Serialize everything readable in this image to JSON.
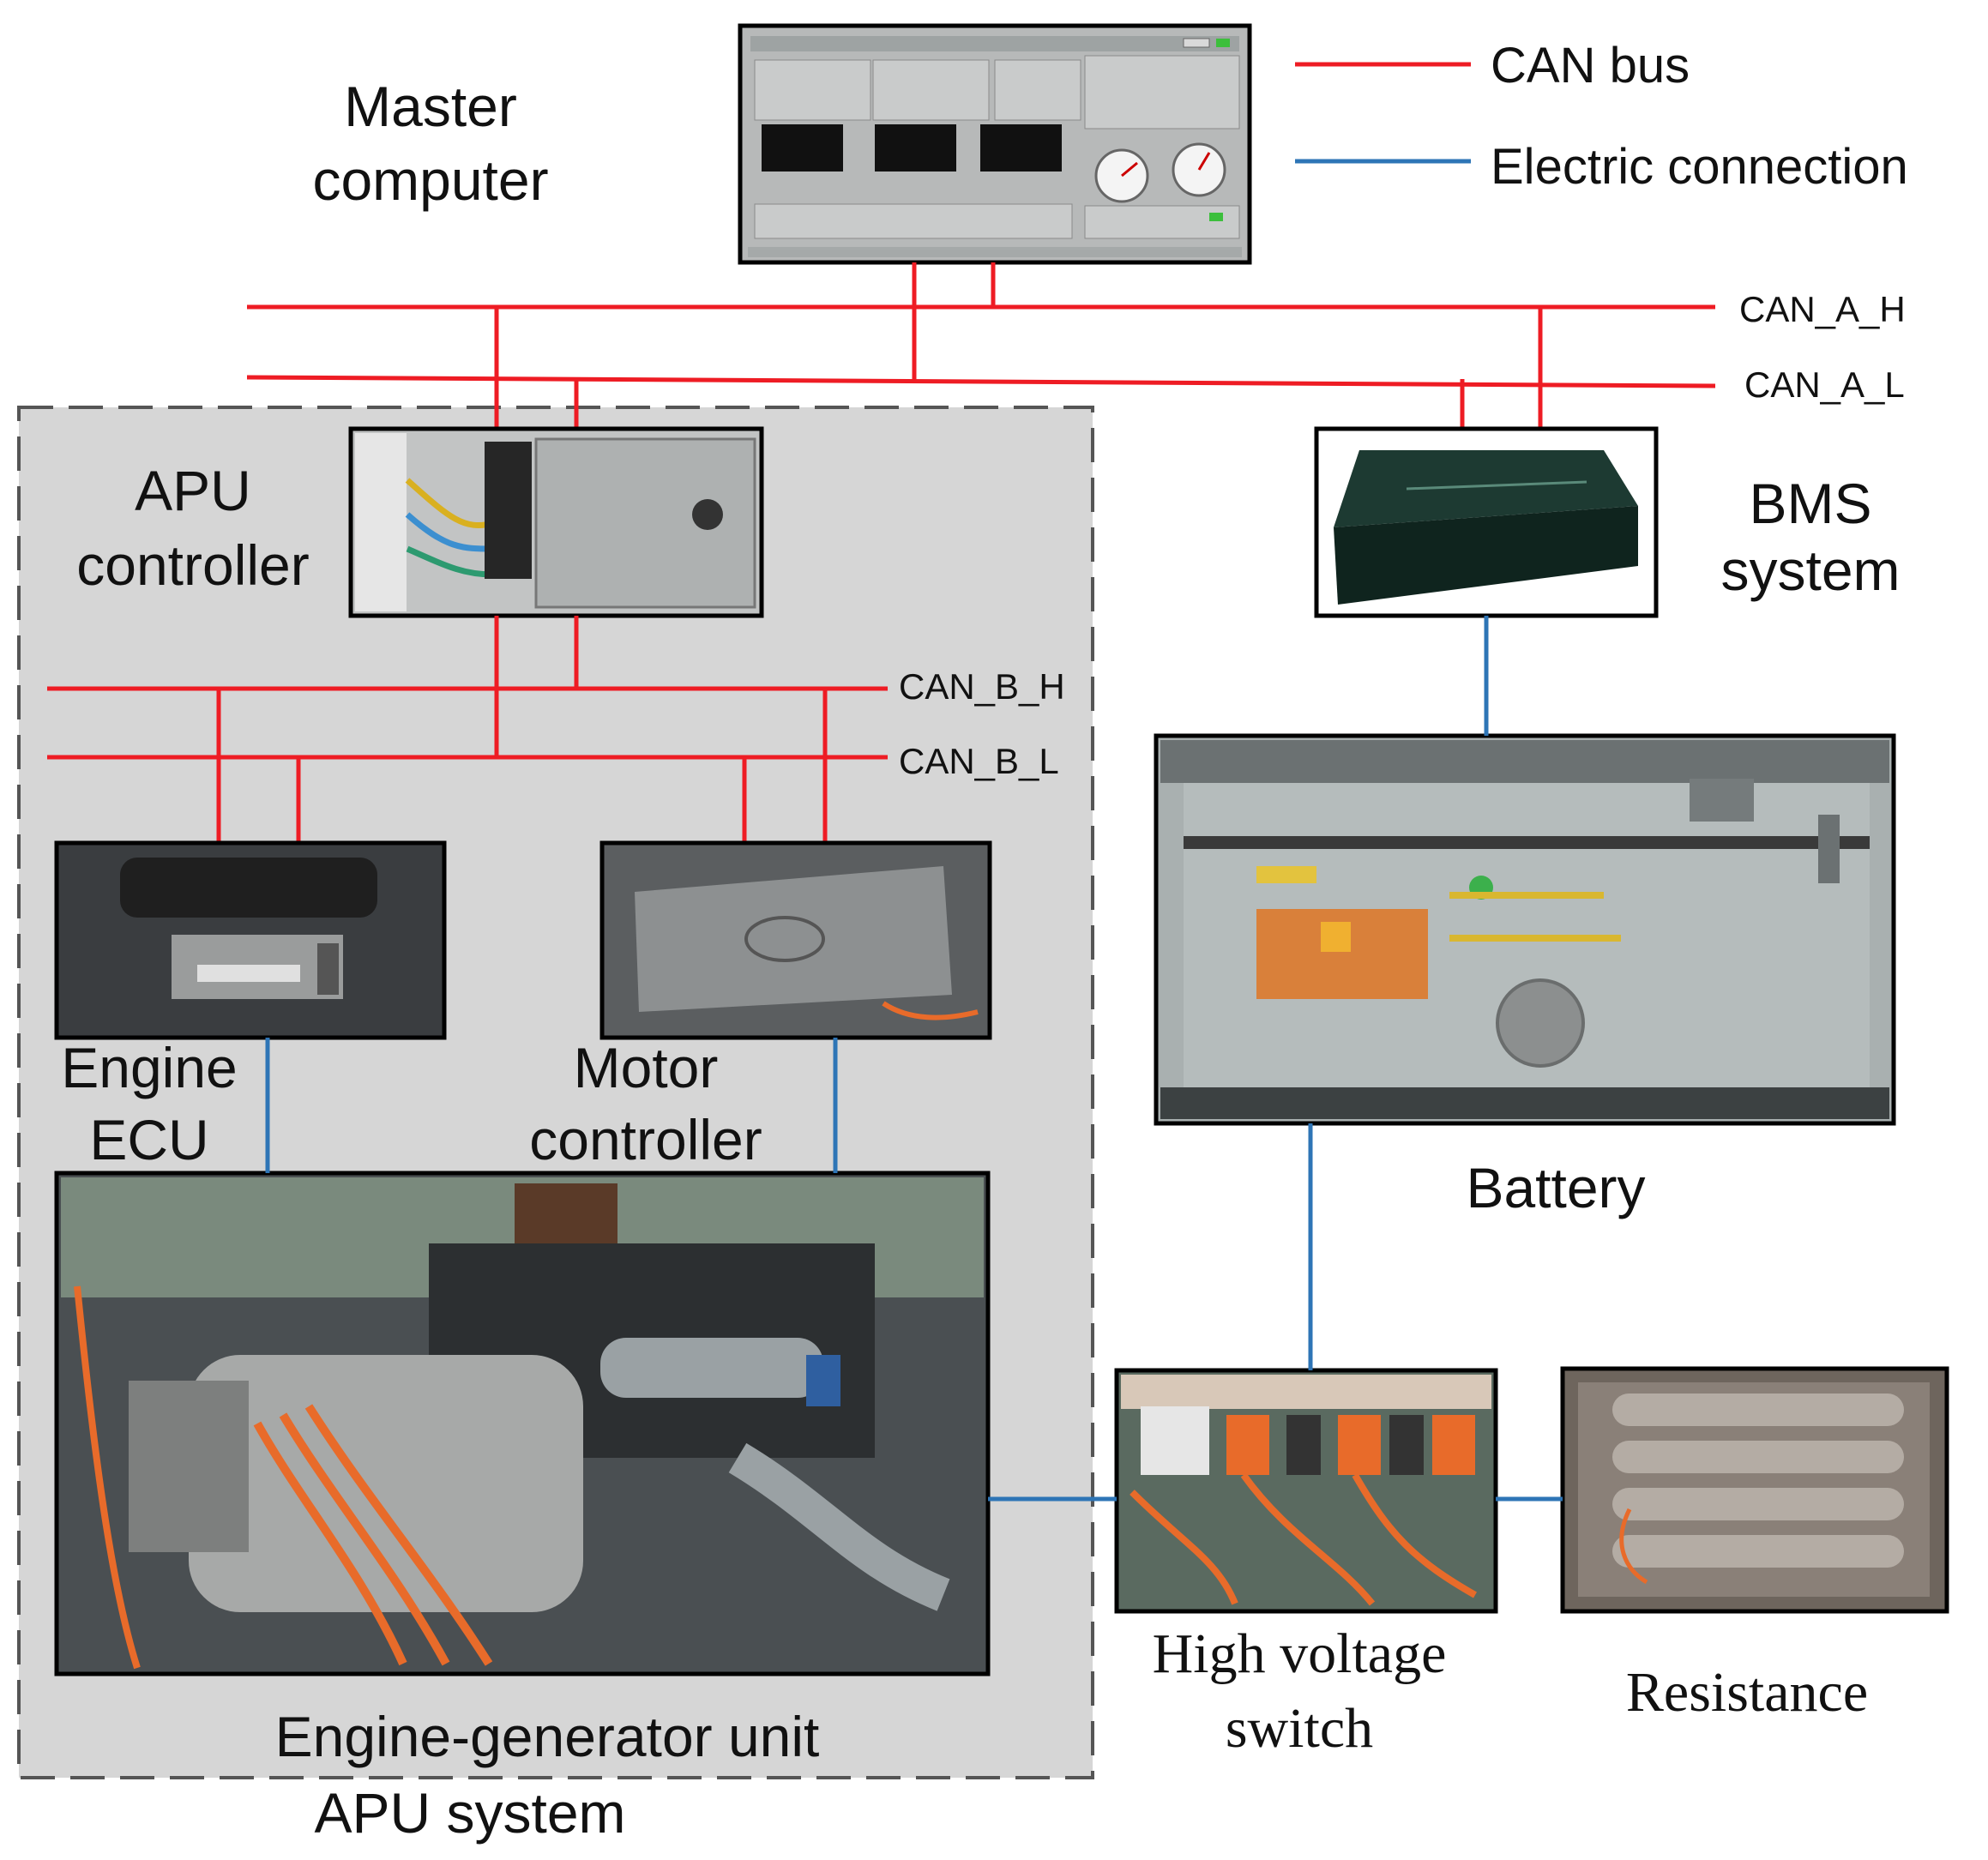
{
  "legend": {
    "can_bus": "CAN bus",
    "electric_connection": "Electric connection",
    "can_color": "#ee1c24",
    "electric_color": "#2e75b6"
  },
  "labels": {
    "master_computer_line1": "Master",
    "master_computer_line2": "computer",
    "apu_controller_line1": "APU",
    "apu_controller_line2": "controller",
    "bms_line1": "BMS",
    "bms_line2": "system",
    "engine_ecu_line1": "Engine",
    "engine_ecu_line2": "ECU",
    "motor_controller_line1": "Motor",
    "motor_controller_line2": "controller",
    "battery": "Battery",
    "engine_generator_unit": "Engine-generator unit",
    "apu_system": "APU system",
    "high_voltage_switch_line1": "High voltage",
    "high_voltage_switch_line2": "switch",
    "resistance": "Resistance"
  },
  "bus_labels": {
    "can_a_h": "CAN_A_H",
    "can_a_l": "CAN_A_L",
    "can_b_h": "CAN_B_H",
    "can_b_l": "CAN_B_L"
  },
  "colors": {
    "apu_region_fill": "#d6d6d6",
    "apu_region_border": "#555555"
  }
}
